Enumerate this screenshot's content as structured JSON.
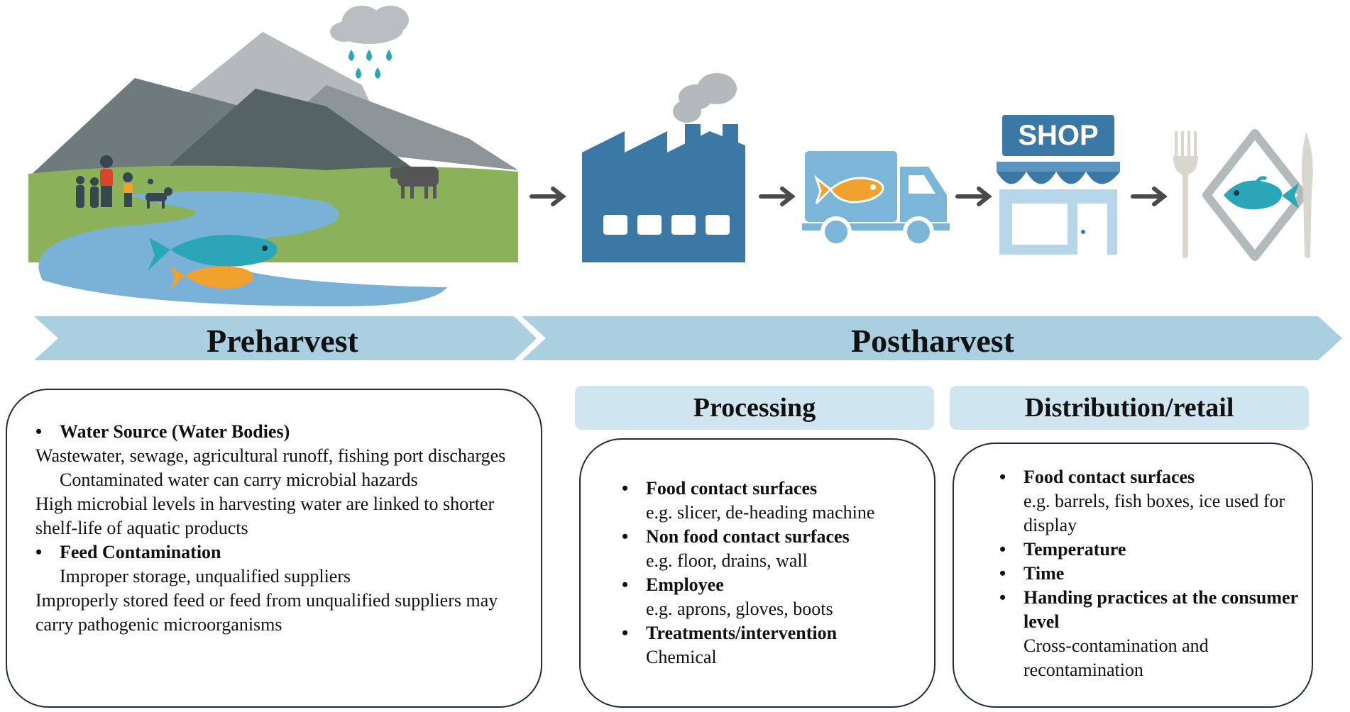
{
  "stages": {
    "preharvest": "Preharvest",
    "postharvest": "Postharvest"
  },
  "shop_sign": "SHOP",
  "preharvest_box": {
    "items": [
      {
        "heading": "Water Source (Water Bodies)",
        "lines": [
          "Wastewater, sewage, agricultural runoff, fishing port discharges",
          "Contaminated water can carry microbial hazards",
          "High microbial levels in harvesting water are linked to shorter shelf-life of aquatic products"
        ]
      },
      {
        "heading": "Feed Contamination",
        "lines": [
          "Improper storage, unqualified suppliers",
          "Improperly stored feed or feed from unqualified suppliers may carry pathogenic microorganisms"
        ]
      }
    ]
  },
  "processing": {
    "title": "Processing",
    "items": [
      {
        "heading": "Food contact surfaces",
        "lines": [
          "e.g. slicer, de-heading machine"
        ]
      },
      {
        "heading": "Non food contact surfaces",
        "lines": [
          "e.g. floor, drains, wall"
        ]
      },
      {
        "heading": "Employee",
        "lines": [
          "e.g. aprons, gloves, boots"
        ]
      },
      {
        "heading": "Treatments/intervention",
        "lines": [
          "Chemical"
        ]
      }
    ]
  },
  "distribution": {
    "title": "Distribution/retail",
    "items": [
      {
        "heading": "Food contact surfaces",
        "lines": [
          "e.g. barrels, fish boxes, ice used for display"
        ]
      },
      {
        "heading": "Temperature",
        "lines": []
      },
      {
        "heading": "Time",
        "lines": []
      },
      {
        "heading": "Handing practices at the consumer level",
        "lines": [
          "Cross-contamination and recontamination"
        ]
      }
    ]
  },
  "colors": {
    "banner": "#a9cfe1",
    "box_border": "#1f2a44",
    "title_fill": "#cfe5ef",
    "factory": "#3b78a6",
    "truck": "#7bb5d8",
    "fish_teal": "#2aa6b8",
    "fish_orange": "#f1a12e",
    "grass": "#8bb25a",
    "river": "#79b2d6"
  }
}
